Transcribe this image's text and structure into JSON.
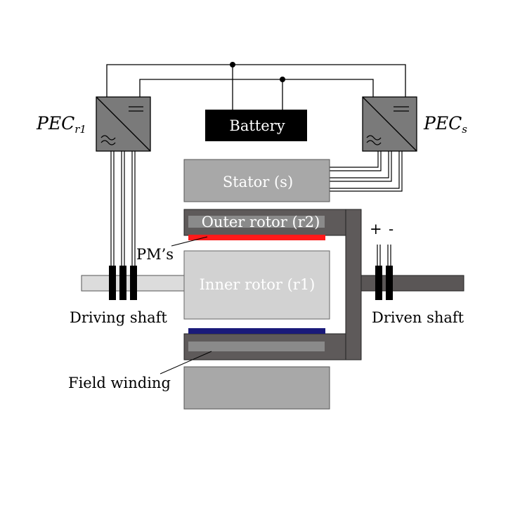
{
  "converters": {
    "left": {
      "label_main": "PEC",
      "label_sub": "r1"
    },
    "right": {
      "label_main": "PEC",
      "label_sub": "s"
    }
  },
  "battery": {
    "label": "Battery"
  },
  "stator": {
    "label": "Stator (s)"
  },
  "outer_rotor": {
    "label": "Outer rotor (r2)"
  },
  "inner_rotor": {
    "label": "Inner rotor (r1)"
  },
  "labels": {
    "pms": "PM’s",
    "driving_shaft": "Driving shaft",
    "driven_shaft": "Driven shaft",
    "field_winding": "Field winding",
    "plus": "+",
    "minus": "-"
  },
  "colors": {
    "converter_fill": "#7a7a7a",
    "battery_fill": "#000000",
    "stator_fill": "#a8a8a8",
    "rotor_frame_fill": "#5e5a5a",
    "inner_rotor_fill": "#d2d2d2",
    "pm_top": "#ff1a1a",
    "pm_bottom": "#1a1a7a",
    "shaft_left": "#dcdcdc",
    "shaft_right": "#5a5656"
  }
}
